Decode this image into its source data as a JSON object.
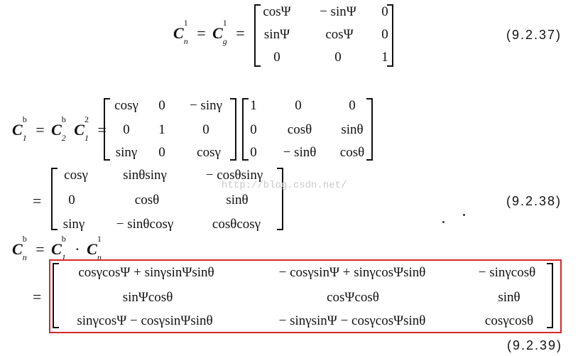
{
  "eq37": {
    "lhs1": "C",
    "lhs1_sup": "1",
    "lhs1_sub": "n",
    "eq1": "=",
    "lhs2": "C",
    "lhs2_sup": "1",
    "lhs2_sub": "g",
    "eq2": "=",
    "matrix": [
      [
        "cosΨ",
        "− sinΨ",
        "0"
      ],
      [
        "sinΨ",
        "cosΨ",
        "0"
      ],
      [
        "0",
        "0",
        "1"
      ]
    ],
    "number": "(9.2.37)"
  },
  "eq38": {
    "lhs1": "C",
    "lhs1_sup": "b",
    "lhs1_sub": "1",
    "eq1": "=",
    "lhs2a": "C",
    "lhs2a_sup": "b",
    "lhs2a_sub": "2",
    "lhs2b": "C",
    "lhs2b_sup": "2",
    "lhs2b_sub": "1",
    "eq2": "=",
    "matrix_a": [
      [
        "cosγ",
        "0",
        "− sinγ"
      ],
      [
        "0",
        "1",
        "0"
      ],
      [
        "sinγ",
        "0",
        "cosγ"
      ]
    ],
    "matrix_b": [
      [
        "1",
        "0",
        "0"
      ],
      [
        "0",
        "cosθ",
        "sinθ"
      ],
      [
        "0",
        "− sinθ",
        "cosθ"
      ]
    ],
    "eq3": "=",
    "result": [
      [
        "cosγ",
        "sinθsinγ",
        "− cosθsinγ"
      ],
      [
        "0",
        "cosθ",
        "sinθ"
      ],
      [
        "sinγ",
        "− sinθcosγ",
        "cosθcosγ"
      ]
    ],
    "number": "(9.2.38)"
  },
  "eq39": {
    "lhs1": "C",
    "lhs1_sup": "b",
    "lhs1_sub": "n",
    "eq1": "=",
    "lhs2a": "C",
    "lhs2a_sup": "b",
    "lhs2a_sub": "1",
    "dot": "·",
    "lhs2b": "C",
    "lhs2b_sup": "1",
    "lhs2b_sub": "n",
    "eq2": "=",
    "result": [
      [
        "cosγcosΨ + sinγsinΨsinθ",
        "− cosγsinΨ + sinγcosΨsinθ",
        "− sinγcosθ"
      ],
      [
        "sinΨcosθ",
        "cosΨcosθ",
        "sinθ"
      ],
      [
        "sinγcosΨ − cosγsinΨsinθ",
        "− sinγsinΨ − cosγcosΨsinθ",
        "cosγcosθ"
      ]
    ],
    "number": "(9.2.39)"
  },
  "watermark": "http://blog.csdn.net/",
  "colors": {
    "highlight_box": "#d62828",
    "text": "#111111",
    "watermark": "#c9c9c9"
  }
}
